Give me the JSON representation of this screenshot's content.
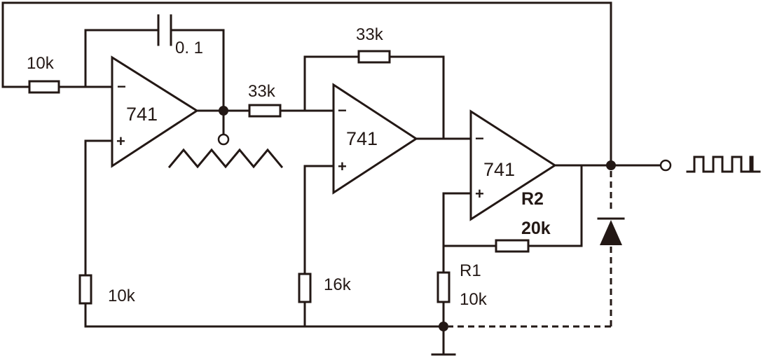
{
  "components": {
    "r_input": "10k",
    "cap": "0. 1",
    "r_series": "33k",
    "r_feedback": "33k",
    "r_ground1": "10k",
    "r_ground2": "16k",
    "r1_name": "R1",
    "r1_value": "10k",
    "r2_name": "R2",
    "r2_value": "20k"
  },
  "opamps": {
    "u1": "741",
    "u2": "741",
    "u3": "741"
  },
  "pins": {
    "minus": "−",
    "plus": "+"
  },
  "colors": {
    "ink": "#231815",
    "background": "#ffffff"
  },
  "icons": {
    "triangle_wave": "triangle-wave-icon",
    "square_wave": "square-wave-icon",
    "diode": "diode-icon",
    "ground": "ground-icon"
  }
}
